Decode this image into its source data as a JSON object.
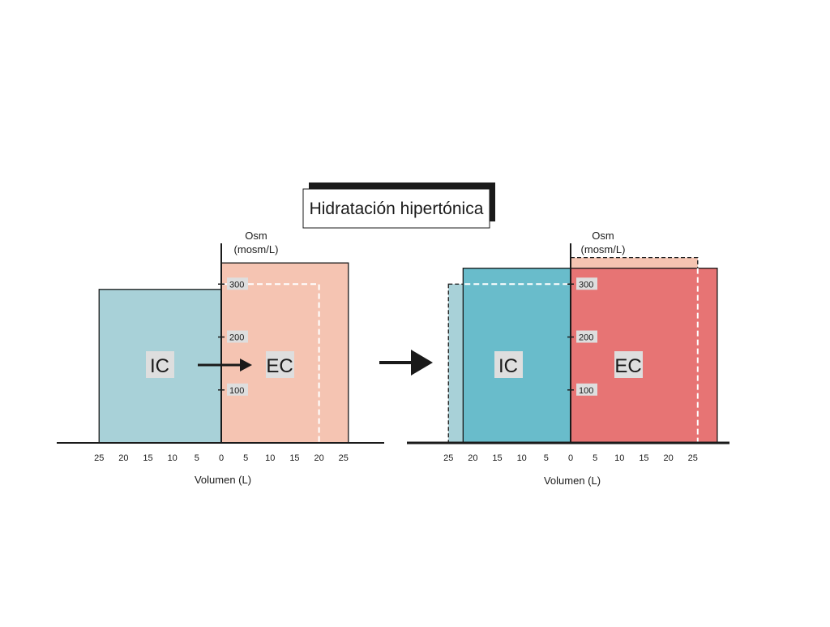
{
  "title": "Hidratación hipertónica",
  "colors": {
    "ic_before": "#a8d1d8",
    "ec_before": "#f5c4b2",
    "ic_after": "#69bccb",
    "ec_after": "#e77474",
    "label_bg": "#dedede",
    "ink": "#1a1a1a",
    "dashed_white": "#ffffff"
  },
  "icons": {
    "flow_arrow": "arrow-right",
    "transition_arrow": "arrow-right"
  },
  "chart_data": [
    {
      "type": "diagram",
      "panel": "before",
      "x_axis": {
        "label": "Volumen (L)",
        "ticks": [
          25,
          20,
          15,
          10,
          5,
          0,
          5,
          10,
          15,
          20,
          25
        ]
      },
      "y_axis": {
        "label_line1": "Osm",
        "label_line2": "(mosm/L)",
        "ticks": [
          100,
          200,
          300
        ]
      },
      "compartments": [
        {
          "name": "IC",
          "volume": 25,
          "osm": 290,
          "side": "left"
        },
        {
          "name": "EC",
          "volume": 26,
          "osm": 340,
          "side": "right"
        }
      ],
      "reference": {
        "ec_volume": 20,
        "osm": 300
      },
      "flow": {
        "from": "IC",
        "to": "EC"
      }
    },
    {
      "type": "diagram",
      "panel": "after",
      "x_axis": {
        "label": "Volumen (L)",
        "ticks": [
          25,
          20,
          15,
          10,
          5,
          0,
          5,
          10,
          15,
          20,
          25
        ]
      },
      "y_axis": {
        "label_line1": "Osm",
        "label_line2": "(mosm/L)",
        "ticks": [
          100,
          200,
          300
        ]
      },
      "compartments": [
        {
          "name": "IC",
          "volume": 22,
          "osm": 330,
          "side": "left"
        },
        {
          "name": "EC",
          "volume": 30,
          "osm": 330,
          "side": "right"
        }
      ],
      "reference": {
        "ic_volume": 25,
        "ic_osm": 300,
        "ec_volume": 26,
        "ec_osm": 350
      }
    }
  ]
}
